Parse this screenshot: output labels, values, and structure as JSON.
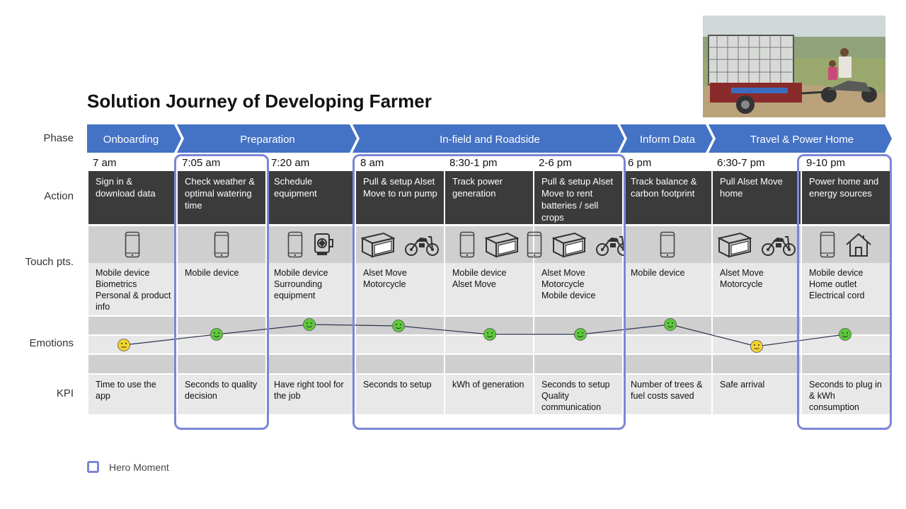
{
  "title": "Solution Journey of Developing Farmer",
  "row_labels": {
    "phase": "Phase",
    "action": "Action",
    "touch": "Touch pts.",
    "emotions": "Emotions",
    "kpi": "KPI"
  },
  "phases": [
    "Onboarding",
    "Preparation",
    "In-field and Roadside",
    "Inform Data",
    "Travel & Power Home"
  ],
  "steps": [
    {
      "time": "7 am",
      "action": "Sign in & download data",
      "icons": [
        "phone-icon"
      ],
      "touch": "Mobile device\nBiometrics\nPersonal & product info",
      "emotion": "neutral",
      "kpi": "Time to use the app"
    },
    {
      "time": "7:05 am",
      "action": "Check weather & optimal watering time",
      "icons": [
        "phone-icon"
      ],
      "touch": "Mobile device",
      "emotion": "happy",
      "kpi": "Seconds to quality decision"
    },
    {
      "time": "7:20 am",
      "action": "Schedule equipment",
      "icons": [
        "phone-icon",
        "pump-icon"
      ],
      "touch": "Mobile device\nSurrounding equipment",
      "emotion": "happy",
      "kpi": "Have right tool for the job"
    },
    {
      "time": "8 am",
      "action": "Pull & setup Alset Move to run pump",
      "icons": [
        "box-icon",
        "motorcycle-icon"
      ],
      "touch": "Alset Move\nMotorcycle",
      "emotion": "happy",
      "kpi": "Seconds to setup"
    },
    {
      "time": "8:30-1 pm",
      "action": "Track power generation",
      "icons": [
        "phone-icon",
        "box-icon"
      ],
      "touch": "Mobile device\nAlset Move",
      "emotion": "happy",
      "kpi": "kWh of generation"
    },
    {
      "time": "2-6 pm",
      "action": "Pull & setup Alset Move to rent batteries / sell crops",
      "icons": [
        "phone-icon",
        "box-icon",
        "motorcycle-icon"
      ],
      "touch": "Alset Move\nMotorcycle\nMobile device",
      "emotion": "happy",
      "kpi": "Seconds to setup\nQuality communication"
    },
    {
      "time": "6 pm",
      "action": "Track balance & carbon footprint",
      "icons": [
        "phone-icon"
      ],
      "touch": "Mobile device",
      "emotion": "happy",
      "kpi": "Number of trees & fuel costs saved"
    },
    {
      "time": "6:30-7 pm",
      "action": "Pull Alset Move home",
      "icons": [
        "box-icon",
        "motorcycle-icon"
      ],
      "touch": "Alset Move\nMotorcycle",
      "emotion": "neutral",
      "kpi": "Safe arrival"
    },
    {
      "time": "9-10 pm",
      "action": "Power home and energy sources",
      "icons": [
        "phone-icon",
        "house-icon"
      ],
      "touch": "Mobile device\nHome outlet\nElectrical cord",
      "emotion": "happy",
      "kpi": "Seconds to plug in & kWh consumption"
    }
  ],
  "legend": "Hero Moment",
  "colors": {
    "phase": "#4472c4",
    "action": "#3b3b3b",
    "hero": "#7b86d6",
    "happy": "#5cc93a",
    "neutral": "#f2d22e"
  }
}
